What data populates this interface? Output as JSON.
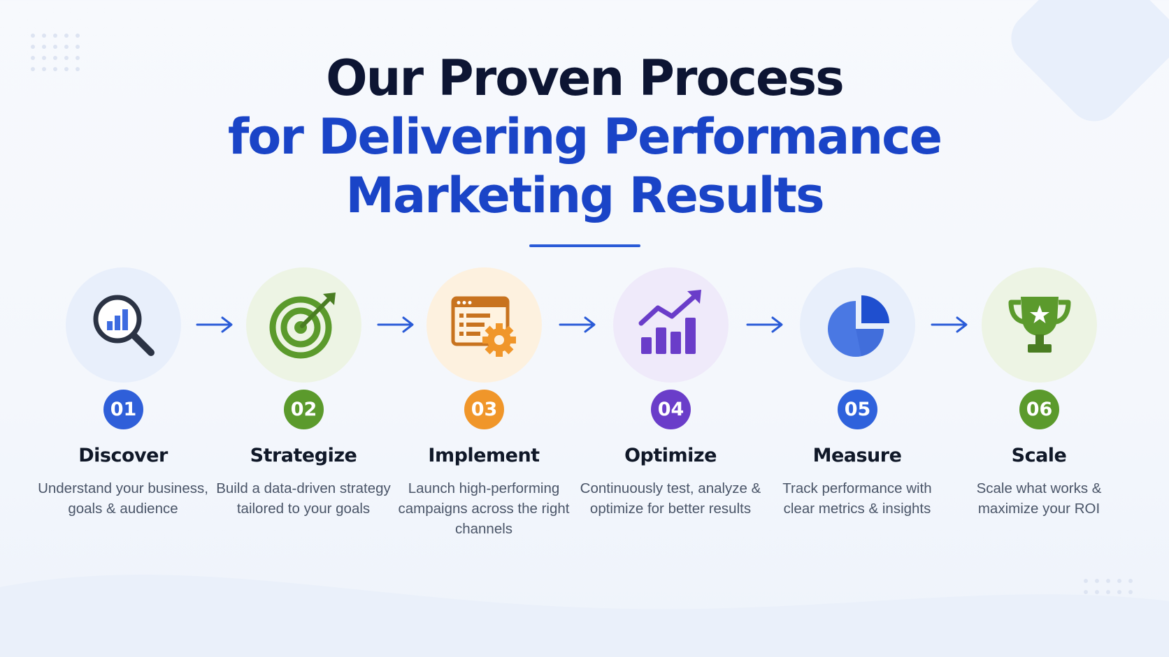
{
  "title": {
    "line1": "Our Proven Process",
    "line2": "for Delivering Performance",
    "line3": "Marketing Results"
  },
  "colors": {
    "title_dark": "#0d1533",
    "title_accent": "#1a44c7",
    "arrow": "#2a5bd7"
  },
  "steps": [
    {
      "number": "01",
      "title": "Discover",
      "description": "Understand your business, goals & audience",
      "icon": "magnifier-chart-icon",
      "color": "#2f5fd9",
      "bg": "#e8effb"
    },
    {
      "number": "02",
      "title": "Strategize",
      "description": "Build a data-driven strategy tailored to your goals",
      "icon": "target-arrow-icon",
      "color": "#5b9a2c",
      "bg": "#edf4e4"
    },
    {
      "number": "03",
      "title": "Implement",
      "description": "Launch high-performing campaigns across the right channels",
      "icon": "browser-gear-icon",
      "color": "#f0962a",
      "bg": "#fdf1df"
    },
    {
      "number": "04",
      "title": "Optimize",
      "description": "Continuously test, analyze & optimize for better results",
      "icon": "growth-bars-icon",
      "color": "#6a3dc9",
      "bg": "#efeafa"
    },
    {
      "number": "05",
      "title": "Measure",
      "description": "Track performance with clear metrics & insights",
      "icon": "pie-chart-icon",
      "color": "#2f62dc",
      "bg": "#e8effb"
    },
    {
      "number": "06",
      "title": "Scale",
      "description": "Scale what works & maximize your ROI",
      "icon": "trophy-icon",
      "color": "#5b9a2c",
      "bg": "#edf4e4"
    }
  ]
}
